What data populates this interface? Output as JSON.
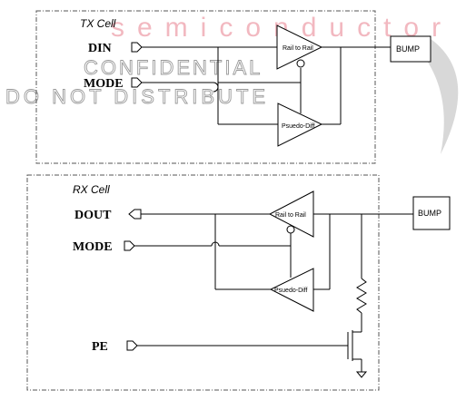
{
  "watermark": {
    "company": "semiconductor",
    "line1": "CONFIDENTIAL",
    "line2": "DO NOT DISTRIBUTE",
    "swoosh_color": "#d8d8d8",
    "company_color": "#f2b8c0"
  },
  "tx_cell": {
    "title": "TX Cell",
    "din_label": "DIN",
    "mode_label": "MODE",
    "rail_label": "Rail to Rail",
    "pdiff_label": "Psuedo-Diff",
    "bump_label": "BUMP"
  },
  "rx_cell": {
    "title": "RX Cell",
    "dout_label": "DOUT",
    "mode_label": "MODE",
    "pe_label": "PE",
    "rail_label": "Rail to Rail",
    "pdiff_label": "Psuedo-Diff",
    "bump_label": "BUMP"
  }
}
